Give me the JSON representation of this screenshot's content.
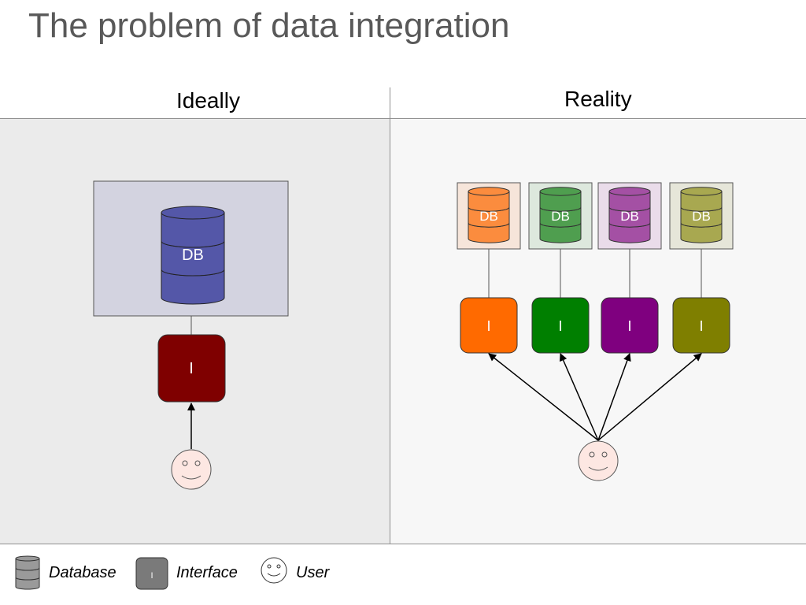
{
  "title": "The problem of data integration",
  "columns": {
    "left": "Ideally",
    "right": "Reality"
  },
  "ideal": {
    "db_label": "DB",
    "interface_label": "I",
    "db_color": "#5457a8",
    "container_color": "#d3d3e0",
    "interface_color": "#7f0000"
  },
  "reality": {
    "systems": [
      {
        "db_label": "DB",
        "interface_label": "I",
        "db_color": "#fb8c3e",
        "container_color": "#f6e5da",
        "interface_color": "#ff6a00"
      },
      {
        "db_label": "DB",
        "interface_label": "I",
        "db_color": "#4f9e4f",
        "container_color": "#dde8dd",
        "interface_color": "#007f00"
      },
      {
        "db_label": "DB",
        "interface_label": "I",
        "db_color": "#a450a4",
        "container_color": "#eadcea",
        "interface_color": "#7f007f"
      },
      {
        "db_label": "DB",
        "interface_label": "I",
        "db_color": "#a8a850",
        "container_color": "#e6e6d9",
        "interface_color": "#7f7f00"
      }
    ]
  },
  "user_icon_color": "#fde7e2",
  "legend": {
    "database": "Database",
    "interface": "Interface",
    "interface_symbol": "I",
    "user": "User",
    "db_icon_color": "#9a9a9a",
    "interface_icon_color": "#7a7a7a"
  }
}
